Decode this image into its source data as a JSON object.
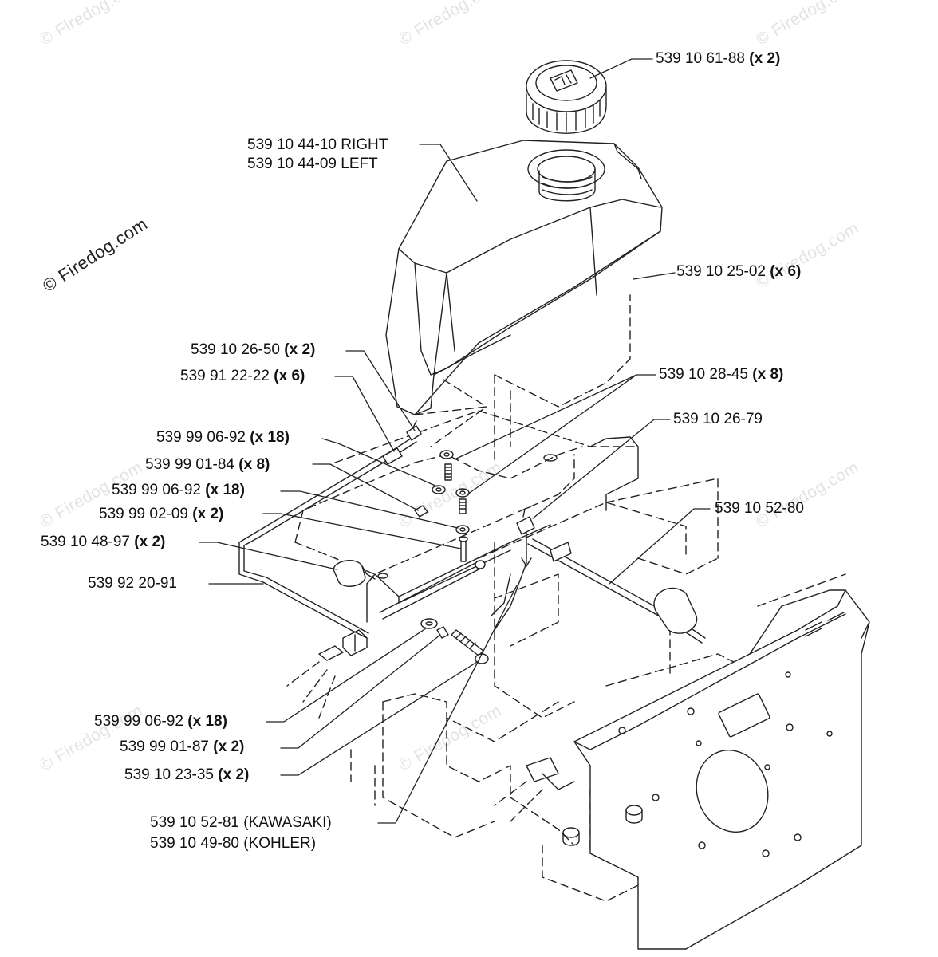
{
  "watermark": {
    "text": "© Firedog.com"
  },
  "parts": [
    {
      "id": "fuel-cap",
      "number": "539 10 61-88",
      "qty": "(x 2)"
    },
    {
      "id": "tank-right",
      "number": "539 10 44-10 RIGHT",
      "qty": ""
    },
    {
      "id": "tank-left",
      "number": "539 10 44-09 LEFT",
      "qty": ""
    },
    {
      "id": "screw-539102502",
      "number": "539 10 25-02",
      "qty": "(x 6)"
    },
    {
      "id": "fitting-539102650",
      "number": "539 10 26-50",
      "qty": "(x 2)"
    },
    {
      "id": "clamp-539912222",
      "number": "539 91 22-22",
      "qty": "(x 6)"
    },
    {
      "id": "washer-539102845",
      "number": "539 10 28-45",
      "qty": "(x 8)"
    },
    {
      "id": "valve-539102679",
      "number": "539 10 26-79",
      "qty": ""
    },
    {
      "id": "washer-539990692-a",
      "number": "539 99 06-92",
      "qty": "(x 18)"
    },
    {
      "id": "nut-539990184",
      "number": "539 99 01-84",
      "qty": "(x 8)"
    },
    {
      "id": "washer-539990692-b",
      "number": "539 99 06-92",
      "qty": "(x 18)"
    },
    {
      "id": "bolt-539990209",
      "number": "539 99 02-09",
      "qty": "(x 2)"
    },
    {
      "id": "cable-539105280",
      "number": "539 10 52-80",
      "qty": ""
    },
    {
      "id": "filter-539104897",
      "number": "539 10 48-97",
      "qty": "(x 2)"
    },
    {
      "id": "hose-539922091",
      "number": "539 92 20-91",
      "qty": ""
    },
    {
      "id": "washer-539990692-c",
      "number": "539 99 06-92",
      "qty": "(x 18)"
    },
    {
      "id": "nut-539990187",
      "number": "539 99 01-87",
      "qty": "(x 2)"
    },
    {
      "id": "bolt-539102335",
      "number": "539 10 23-35",
      "qty": "(x 2)"
    },
    {
      "id": "cable-kawasaki",
      "number": "539 10 52-81 (KAWASAKI)",
      "qty": ""
    },
    {
      "id": "cable-kohler",
      "number": "539 10 49-80 (KOHLER)",
      "qty": ""
    }
  ]
}
